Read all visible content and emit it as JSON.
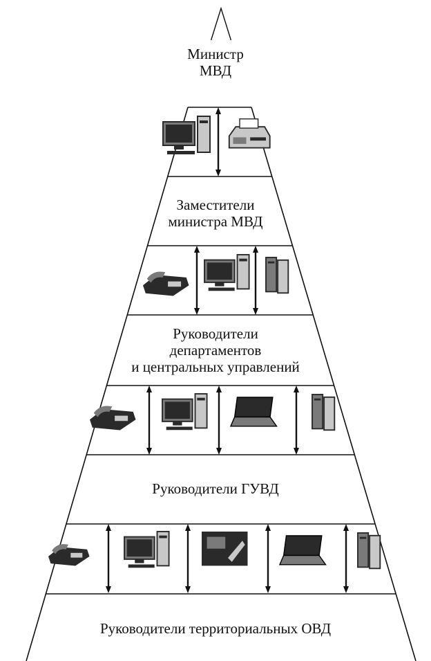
{
  "levels": [
    {
      "lines": [
        "Министр",
        "МВД"
      ]
    },
    {
      "lines": [
        "Заместители",
        "министра МВД"
      ]
    },
    {
      "lines": [
        "Руководители",
        "департаментов",
        "и центральных управлений"
      ]
    },
    {
      "lines": [
        "Руководители ГУВД"
      ]
    },
    {
      "lines": [
        "Руководители территориальных ОВД"
      ]
    }
  ],
  "device_rows": [
    [
      "desktop-computer-icon",
      "fax-machine-icon"
    ],
    [
      "telephone-icon",
      "desktop-computer-icon",
      "server-tower-icon"
    ],
    [
      "telephone-icon",
      "desktop-computer-icon",
      "laptop-icon",
      "server-tower-icon"
    ],
    [
      "telephone-icon",
      "desktop-computer-icon",
      "video-terminal-icon",
      "laptop-icon",
      "server-tower-icon"
    ]
  ],
  "colors": {
    "line": "#111111",
    "device_dark": "#2a2a2a",
    "device_mid": "#7a7a7a",
    "device_light": "#c8c8c8"
  }
}
